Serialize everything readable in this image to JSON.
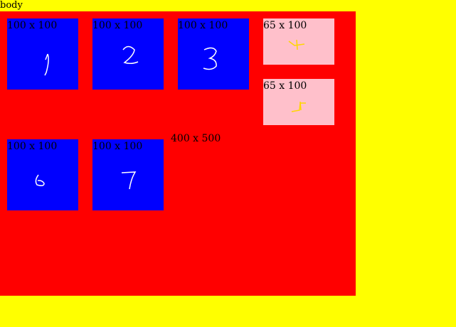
{
  "body_label": "body",
  "container": {
    "label": "400 x 500",
    "color": "#ff0000"
  },
  "page_background": "#ffff00",
  "boxes": [
    {
      "label": "100 x 100",
      "digit": "1",
      "color": "#0000ff"
    },
    {
      "label": "100 x 100",
      "digit": "2",
      "color": "#0000ff"
    },
    {
      "label": "100 x 100",
      "digit": "3",
      "color": "#0000ff"
    },
    {
      "label": "65 x 100",
      "digit": "4",
      "color": "#ffc0cb"
    },
    {
      "label": "65 x 100",
      "digit": "5",
      "color": "#ffc0cb"
    },
    {
      "label": "100 x 100",
      "digit": "6",
      "color": "#0000ff"
    },
    {
      "label": "100 x 100",
      "digit": "7",
      "color": "#0000ff"
    }
  ]
}
